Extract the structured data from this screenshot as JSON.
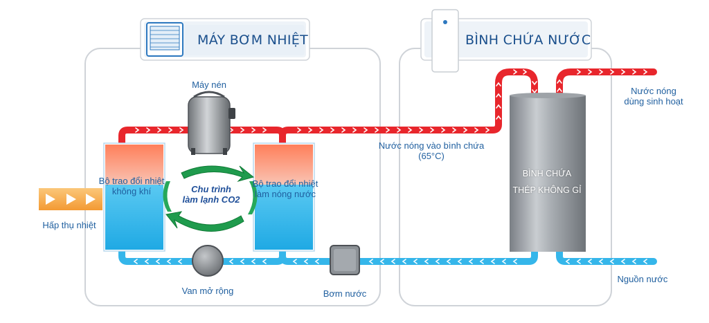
{
  "panels": {
    "heat_pump_title": "MÁY BƠM NHIỆT",
    "water_tank_title": "BÌNH CHỨA NƯỚC"
  },
  "components": {
    "compressor": "Máy nén",
    "air_exchanger": [
      "Bộ trao đổi nhiệt",
      "không khí"
    ],
    "water_exchanger": [
      "Bộ trao đổi nhiệt",
      "làm nóng nước"
    ],
    "cycle": [
      "Chu trình",
      "làm lạnh CO2"
    ],
    "expansion_valve": "Van mở rộng",
    "water_pump": "Bơm nước",
    "heat_absorption": "Hấp thụ nhiệt",
    "tank": [
      "BÌNH CHỨA",
      "THÉP KHÔNG GỈ"
    ]
  },
  "flows": {
    "hot_to_tank": [
      "Nước nóng vào bình chứa",
      "(65°C)"
    ],
    "hot_output": [
      "Nước nóng",
      "dùng sinh hoạt"
    ],
    "water_source": "Nguồn nước"
  },
  "colors": {
    "hot_pipe": "#e8262c",
    "cold_pipe": "#35b6ea",
    "panel_border": "#cfd3d8",
    "title_bg": "#1e7ccc",
    "label": "#1f5f9f"
  }
}
